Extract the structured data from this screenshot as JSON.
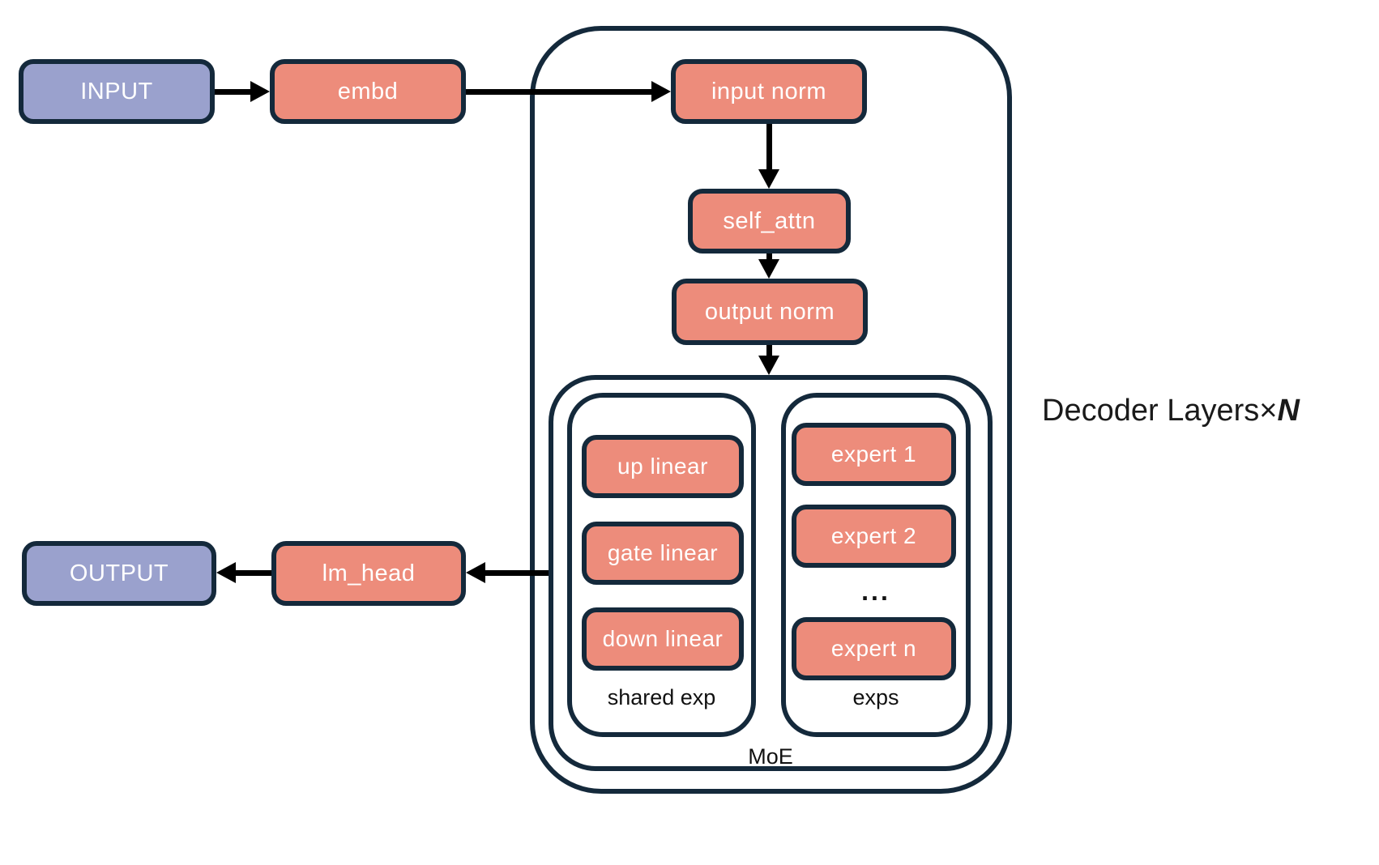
{
  "colors": {
    "node_salmon": "#ED8C7B",
    "node_purple": "#9AA1CD",
    "border_navy": "#14293B",
    "arrow_black": "#000000",
    "background": "#FFFFFF"
  },
  "flow": {
    "input": "INPUT",
    "embd": "embd",
    "input_norm": "input norm",
    "self_attn": "self_attn",
    "output_norm": "output norm",
    "lm_head": "lm_head",
    "output": "OUTPUT"
  },
  "decoder": {
    "label_prefix": "Decoder Layers",
    "label_times": "×",
    "label_n": "N"
  },
  "moe": {
    "label": "MoE",
    "shared": {
      "label": "shared exp",
      "items": [
        "up linear",
        "gate linear",
        "down linear"
      ]
    },
    "experts": {
      "label": "exps",
      "items": [
        "expert 1",
        "expert 2",
        "expert n"
      ],
      "ellipsis": "..."
    }
  }
}
